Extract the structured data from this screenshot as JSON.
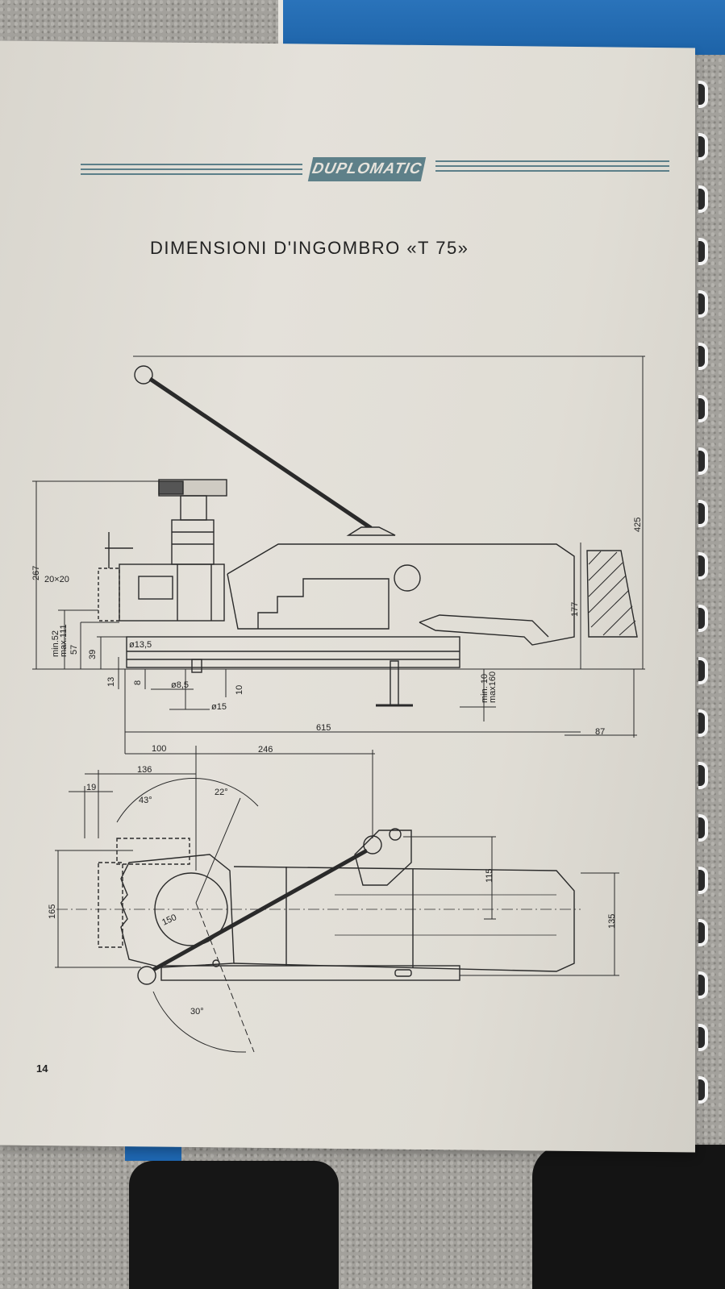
{
  "logo": {
    "text": "DUPLOMATIC"
  },
  "title": "DIMENSIONI D'INGOMBRO «T 75»",
  "page_number": "14",
  "side_view": {
    "dims": {
      "d267": "267",
      "d20x20": "20×20",
      "dmin52": "min.52",
      "dmax111": "max.111",
      "d57": "57",
      "d39": "39",
      "d13": "13",
      "d8": "8",
      "dphi135": "ø13,5",
      "dphi85": "ø8,5",
      "d10": "10",
      "dphi15": "ø15",
      "dmin10": "min. 10",
      "dmax160": "max160",
      "d177": "177",
      "d425": "425",
      "d615": "615",
      "d87": "87"
    }
  },
  "top_view": {
    "dims": {
      "d100": "100",
      "d246": "246",
      "d136": "136",
      "d19": "19",
      "a43": "43°",
      "a22": "22°",
      "d165": "165",
      "d150": "150",
      "d115": "115",
      "d135": "135",
      "a30": "30°"
    }
  }
}
